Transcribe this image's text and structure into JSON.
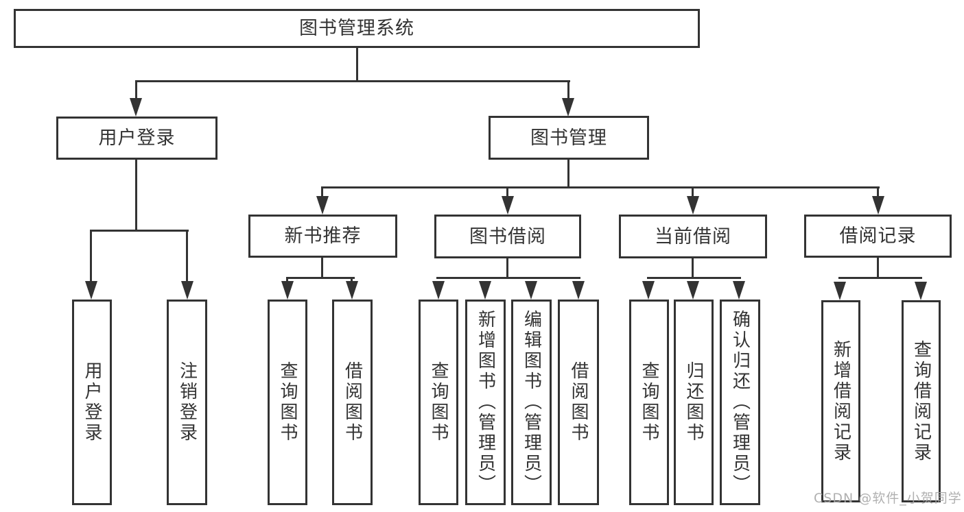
{
  "diagram": {
    "root": "图书管理系统",
    "level2": [
      "用户登录",
      "图书管理"
    ],
    "level3": [
      "新书推荐",
      "图书借阅",
      "当前借阅",
      "借阅记录"
    ],
    "groups": {
      "user_login": [
        "用户登录",
        "注销登录"
      ],
      "new_book": [
        "查询图书",
        "借阅图书"
      ],
      "book_borrow": [
        "查询图书",
        "新增图书（管理员）",
        "编辑图书（管理员）",
        "借阅图书"
      ],
      "current_borrow": [
        "查询图书",
        "归还图书",
        "确认归还（管理员）"
      ],
      "borrow_record": [
        "新增借阅记录",
        "查询借阅记录"
      ]
    }
  },
  "watermark": "CSDN @软件_小贺同学",
  "colors": {
    "line": "#333333",
    "text": "#333333",
    "background": "#ffffff",
    "watermark": "#a8a8a8"
  }
}
